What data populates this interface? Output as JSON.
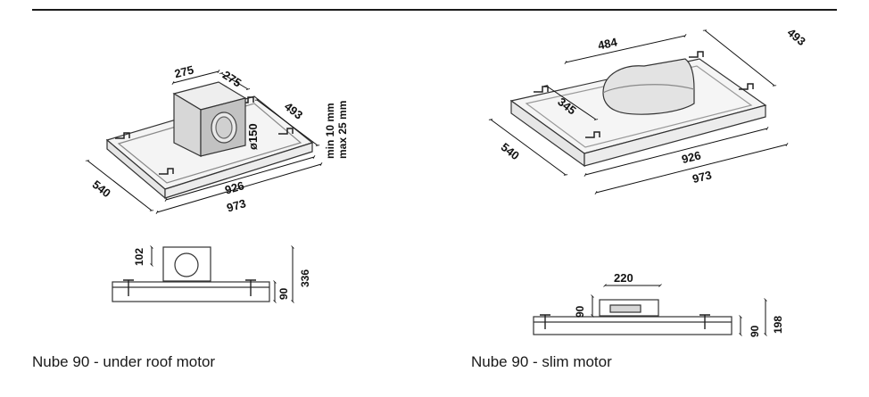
{
  "captions": {
    "left": "Nube 90 - under roof motor",
    "right": "Nube 90 - slim motor"
  },
  "left_iso_dims": {
    "motor_w": "275",
    "motor_d": "275",
    "duct": "ø150",
    "depth": "493",
    "gap_min": "min 10 mm",
    "gap_max": "max 25 mm",
    "side": "540",
    "inner_w": "926",
    "outer_w": "973"
  },
  "left_side_dims": {
    "duct_offset": "102",
    "height_total": "336",
    "body_h": "90"
  },
  "right_iso_dims": {
    "motor_w": "484",
    "depth": "493",
    "motor_d": "345",
    "side": "540",
    "inner_w": "926",
    "outer_w": "973"
  },
  "right_side_dims": {
    "motor_w": "220",
    "motor_h": "90",
    "body_h": "90",
    "height_total": "198"
  }
}
